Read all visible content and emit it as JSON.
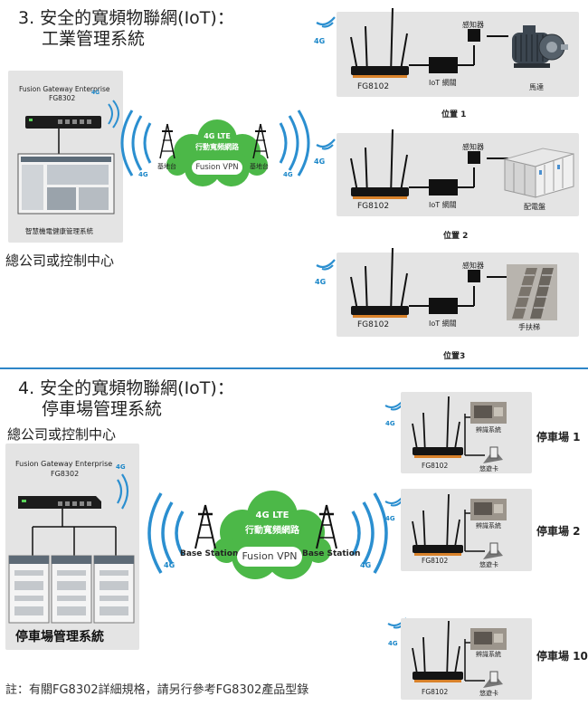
{
  "section3": {
    "title_line1": "3. 安全的寬頻物聯網(IoT)：",
    "title_line2": "工業管理系統",
    "hq_panel": {
      "device_brand": "Fusion Gateway Enterprise",
      "device_model": "FG8302",
      "net_label": "4G",
      "screen_caption": "智慧機電健康管理系統"
    },
    "hq_label": "總公司或控制中心",
    "network": {
      "left_tower_label": "基地台",
      "right_tower_label": "基地台",
      "left_4g": "4G",
      "right_4g": "4G",
      "cloud_line1": "4G LTE",
      "cloud_line2": "行動寬頻網路",
      "vpn_label": "Fusion VPN"
    },
    "sites": [
      {
        "net": "4G",
        "router": "FG8102",
        "gateway": "IoT 網關",
        "sensor": "感知器",
        "equipment": "馬達",
        "caption": "位置 1"
      },
      {
        "net": "4G",
        "router": "FG8102",
        "gateway": "IoT 網關",
        "sensor": "感知器",
        "equipment": "配電盤",
        "caption": "位置 2"
      },
      {
        "net": "4G",
        "router": "FG8102",
        "gateway": "IoT 網關",
        "sensor": "感知器",
        "equipment": "手扶梯",
        "caption": "位置3"
      }
    ]
  },
  "section4": {
    "title_line1": "4. 安全的寬頻物聯網(IoT)：",
    "title_line2": "停車場管理系統",
    "hq_label": "總公司或控制中心",
    "hq_panel": {
      "device_brand": "Fusion Gateway Enterprise",
      "device_model": "FG8302",
      "net_label": "4G",
      "system_label": "停車場管理系統"
    },
    "network": {
      "left_tower_label": "Base Station",
      "right_tower_label": "Base Station",
      "left_4g": "4G",
      "right_4g": "4G",
      "cloud_line1": "4G LTE",
      "cloud_line2": "行動寬頻網路",
      "vpn_label": "Fusion VPN"
    },
    "lots": [
      {
        "net": "4G",
        "router": "FG8102",
        "recognition": "辨識系統",
        "card": "悠遊卡",
        "label": "停車場 1"
      },
      {
        "net": "4G",
        "router": "FG8102",
        "recognition": "辨識系統",
        "card": "悠遊卡",
        "label": "停車場 2"
      },
      {
        "net": "4G",
        "router": "FG8102",
        "recognition": "辨識系統",
        "card": "悠遊卡",
        "label": "停車場 10"
      }
    ]
  },
  "footnote": "註：有關FG8302詳細規格，請另行參考FG8302產品型錄",
  "colors": {
    "wave_blue": "#2b8fd0",
    "cloud_green": "#4cb848",
    "divider_blue": "#2e86c8",
    "panel_gray": "#e4e4e4",
    "device_black": "#141414",
    "device_orange": "#d9822b"
  }
}
